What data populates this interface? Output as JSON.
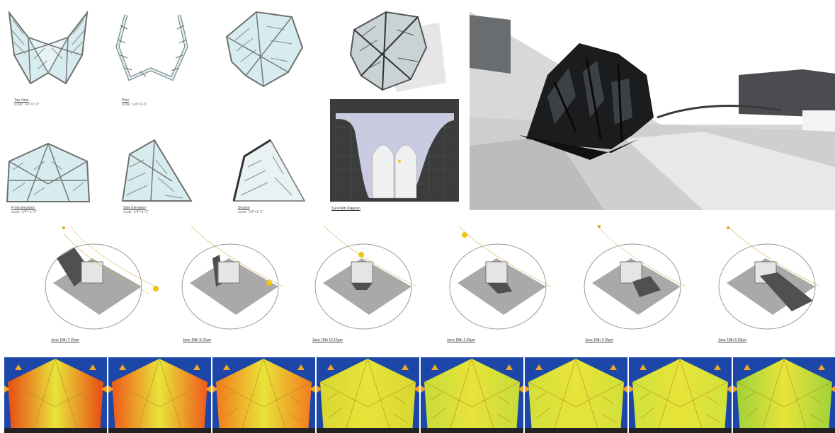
{
  "views": [
    {
      "id": "top-view",
      "title": "Top View",
      "scale": "scale: 1/4\"=1'-0\""
    },
    {
      "id": "plan",
      "title": "Plan",
      "scale": "scale: 1/4\"=1'-0\""
    },
    {
      "id": "front-elevation",
      "title": "Front Elevation",
      "scale": "scale: 1/4\"=1'-0\""
    },
    {
      "id": "side-elevation",
      "title": "Side Elevation",
      "scale": "scale: 1/4\"=1'-0\""
    },
    {
      "id": "section",
      "title": "Section",
      "scale": "scale: 1/4\"=1'-0\""
    }
  ],
  "sun_path_caption": "Sun Path Diagram",
  "sun_studies": [
    {
      "caption": "June 18th 7:15am"
    },
    {
      "caption": "June 18th 9:15am"
    },
    {
      "caption": "June 18th 12:15pm"
    },
    {
      "caption": "June 18th 1:15pm"
    },
    {
      "caption": "June 18th 4:15pm"
    },
    {
      "caption": "June 18th 6:15pm"
    }
  ],
  "heatmaps": [
    {
      "tone": "#e94a14"
    },
    {
      "tone": "#f0581a"
    },
    {
      "tone": "#f37a1d"
    },
    {
      "tone": "#d8d832"
    },
    {
      "tone": "#c7dc3a"
    },
    {
      "tone": "#d2e03a"
    },
    {
      "tone": "#d0e23c"
    },
    {
      "tone": "#9fd23a"
    }
  ],
  "colors": {
    "glass": "#d6ecef",
    "frame": "#6f6f6f",
    "ground": "#a9a9a9",
    "sun": "#f1c40f",
    "heat_bg": "#1c47a8"
  }
}
